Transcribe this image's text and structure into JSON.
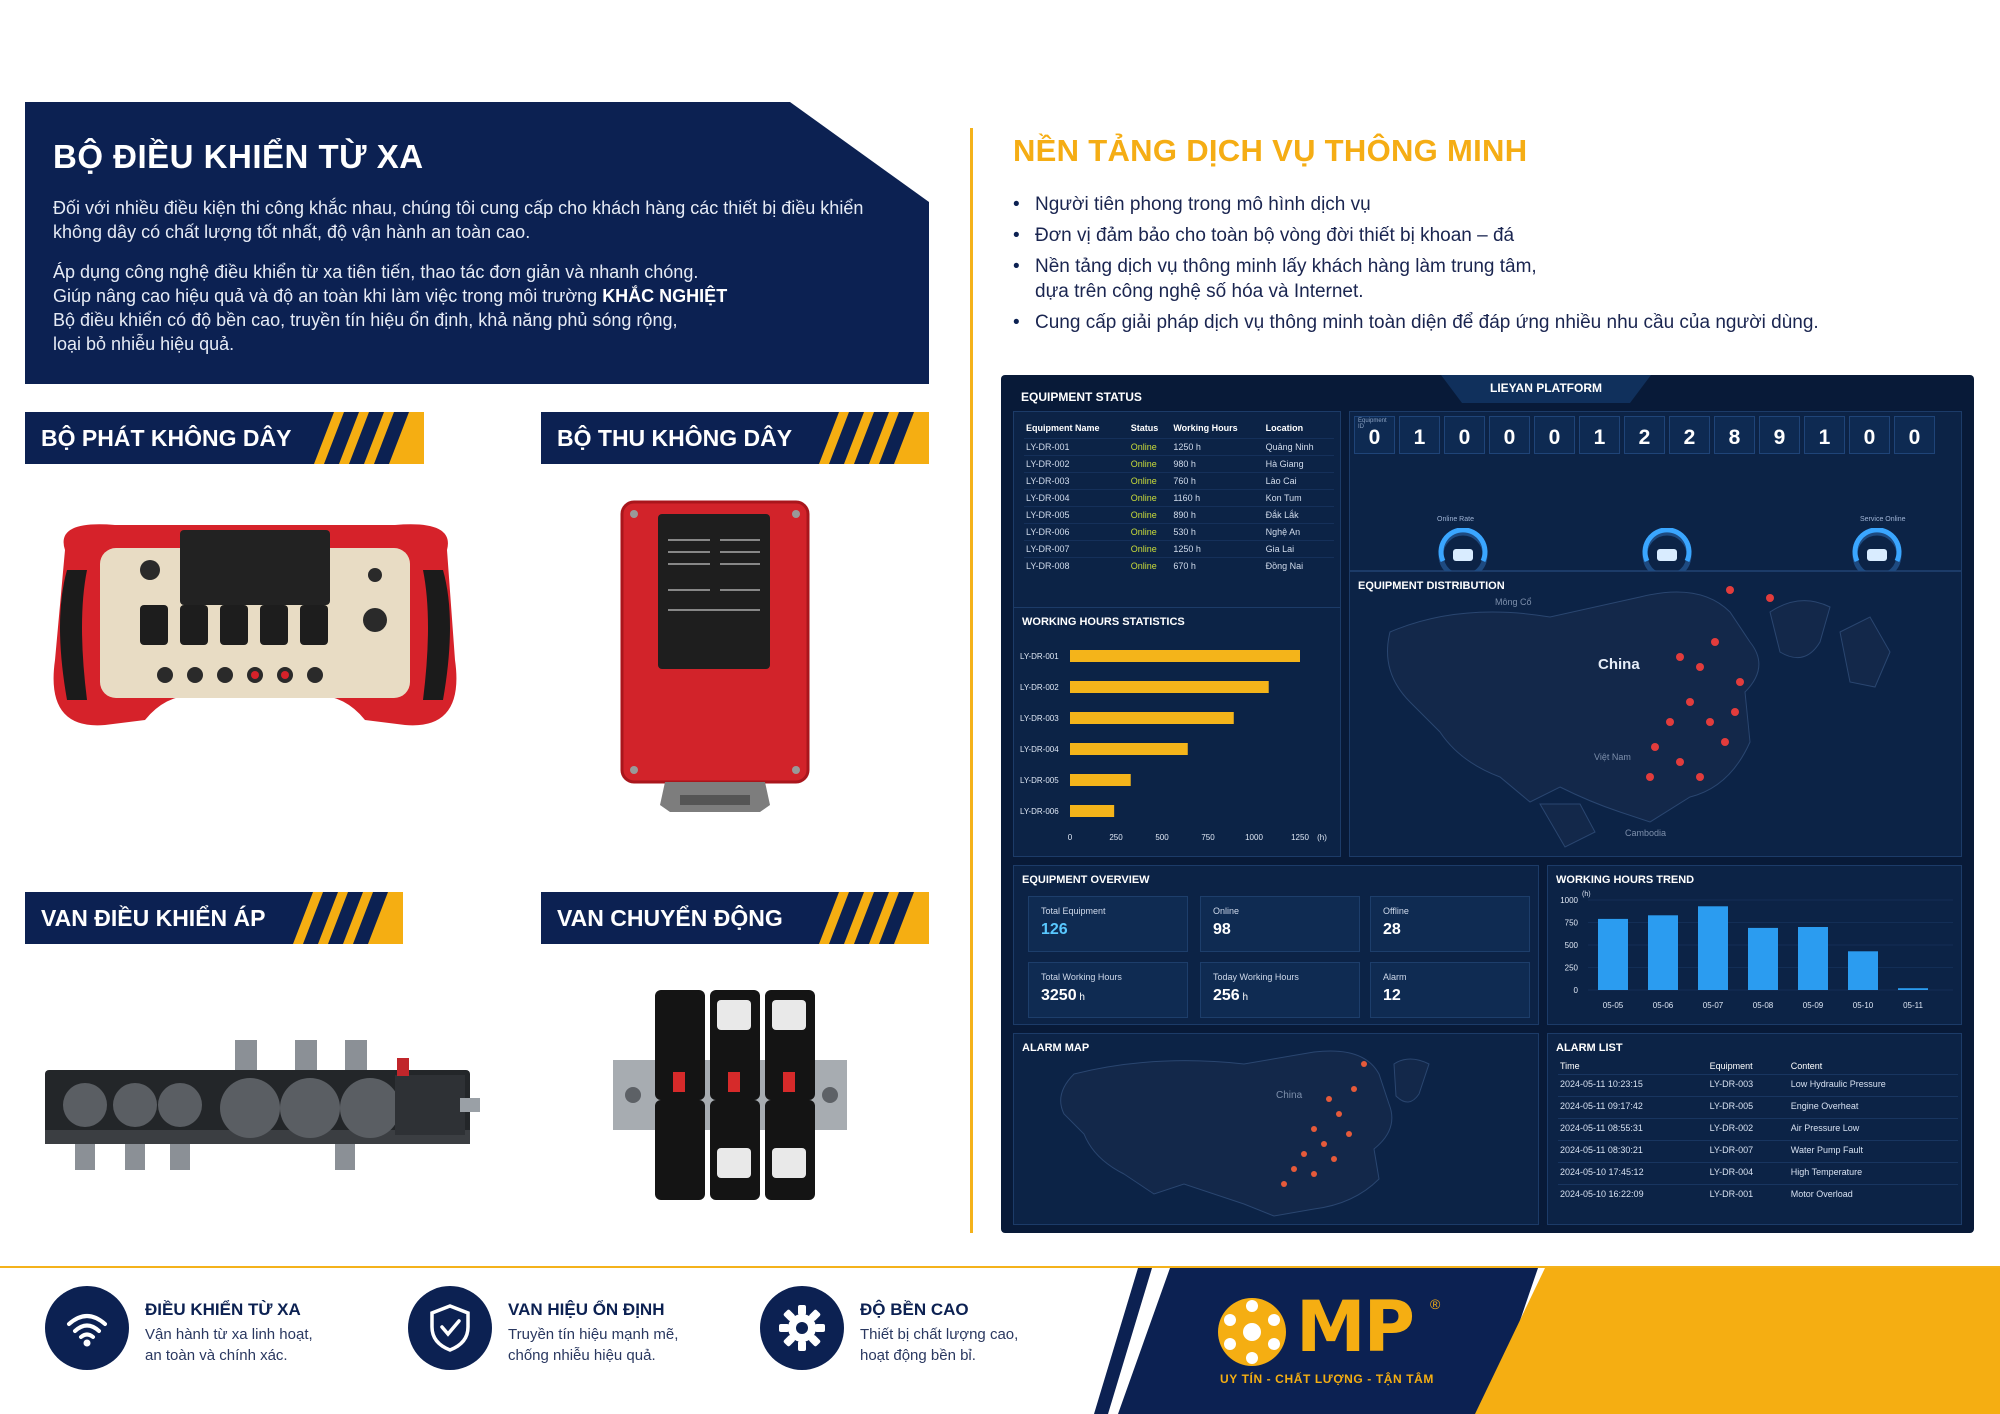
{
  "hero": {
    "title": "BỘ ĐIỀU KHIỂN TỪ XA",
    "p1": "Đối với nhiều điều kiện thi công khắc nhau, chúng tôi cung cấp cho khách hàng các thiết bị điều khiển không dây có chất lượng tốt nhất, độ vận hành an toàn cao.",
    "p2_lines": [
      "Áp dụng công nghệ điều khiển từ xa tiên tiến, thao tác đơn giản và nhanh chóng.",
      "Giúp nâng cao hiệu quả và độ an toàn khi làm việc trong môi trường ",
      "Bộ điều khiển có độ bền cao, truyền tín hiệu ổn định, khả năng phủ sóng rộng,",
      "loại bỏ nhiễu hiệu quả."
    ],
    "p2_strong": "KHẮC NGHIỆT"
  },
  "sections": {
    "transmitter": "BỘ PHÁT KHÔNG DÂY",
    "receiver": "BỘ THU KHÔNG DÂY",
    "pressure_valve": "VAN ĐIỀU KHIỂN ÁP",
    "motion_valve": "VAN CHUYỂN ĐỘNG"
  },
  "platform": {
    "title": "NỀN TẢNG DỊCH VỤ THÔNG MINH",
    "bullets": [
      "Người tiên phong trong mô hình dịch vụ",
      "Đơn vị đảm bảo cho toàn bộ vòng đời thiết bị khoan – đá",
      "Nền tảng dịch vụ thông minh lấy khách hàng làm trung tâm,",
      "dựa trên công nghệ số hóa và Internet.",
      "Cung cấp giải pháp dịch vụ thông minh toàn diện để đáp ứng nhiều nhu cầu của người dùng."
    ]
  },
  "dashboard": {
    "status_label": "EQUIPMENT STATUS",
    "platform_label": "LIEYAN PLATFORM",
    "status_headers": [
      "Equipment Name",
      "Status",
      "Working Hours",
      "Location"
    ],
    "status_rows": [
      [
        "LY-DR-001",
        "Online",
        "1250 h",
        "Quảng Ninh"
      ],
      [
        "LY-DR-002",
        "Online",
        "980 h",
        "Hà Giang"
      ],
      [
        "LY-DR-003",
        "Online",
        "760 h",
        "Lào Cai"
      ],
      [
        "LY-DR-004",
        "Online",
        "1160 h",
        "Kon Tum"
      ],
      [
        "LY-DR-005",
        "Online",
        "890 h",
        "Đắk Lắk"
      ],
      [
        "LY-DR-006",
        "Online",
        "530 h",
        "Nghệ An"
      ],
      [
        "LY-DR-007",
        "Online",
        "1250 h",
        "Gia Lai"
      ],
      [
        "LY-DR-008",
        "Online",
        "670 h",
        "Đồng Nai"
      ]
    ],
    "counter_first_label": "Equipment ID",
    "counter_digits": [
      "0",
      "1",
      "0",
      "0",
      "0",
      "1",
      "2",
      "2",
      "8",
      "9",
      "1",
      "0",
      "0"
    ],
    "gauge_labels": [
      "Online Rate",
      "Service Online"
    ],
    "distribution_label": "EQUIPMENT DISTRIBUTION",
    "map_labels": {
      "mongolia": "Mông Cổ",
      "china": "China",
      "vietnam": "Việt Nam",
      "cambodia": "Cambodia"
    },
    "working_hours_label": "WORKING HOURS STATISTICS",
    "working_hours_unit": "(h)",
    "overview_label": "EQUIPMENT OVERVIEW",
    "overview": [
      {
        "label": "Total Equipment",
        "value": "126",
        "unit": ""
      },
      {
        "label": "Online",
        "value": "98",
        "unit": ""
      },
      {
        "label": "Offline",
        "value": "28",
        "unit": ""
      },
      {
        "label": "Total Working Hours",
        "value": "3250",
        "unit": "h"
      },
      {
        "label": "Today Working Hours",
        "value": "256",
        "unit": "h"
      },
      {
        "label": "Alarm",
        "value": "12",
        "unit": ""
      }
    ],
    "trend_label": "WORKING HOURS TREND",
    "trend_unit": "(h)",
    "alarm_map_label": "ALARM MAP",
    "alarm_map_china": "China",
    "alarm_list_label": "ALARM LIST",
    "alarm_headers": [
      "Time",
      "Equipment",
      "Content"
    ],
    "alarm_rows": [
      [
        "2024-05-11 10:23:15",
        "LY-DR-003",
        "Low Hydraulic Pressure"
      ],
      [
        "2024-05-11 09:17:42",
        "LY-DR-005",
        "Engine Overheat"
      ],
      [
        "2024-05-11 08:55:31",
        "LY-DR-002",
        "Air Pressure Low"
      ],
      [
        "2024-05-11 08:30:21",
        "LY-DR-007",
        "Water Pump Fault"
      ],
      [
        "2024-05-10 17:45:12",
        "LY-DR-004",
        "High Temperature"
      ],
      [
        "2024-05-10 16:22:09",
        "LY-DR-001",
        "Motor Overload"
      ]
    ]
  },
  "chart_data": [
    {
      "type": "bar",
      "orientation": "horizontal",
      "title": "WORKING HOURS STATISTICS",
      "categories": [
        "LY-DR-001",
        "LY-DR-002",
        "LY-DR-003",
        "LY-DR-004",
        "LY-DR-005",
        "LY-DR-006"
      ],
      "values": [
        1250,
        1080,
        890,
        640,
        330,
        240
      ],
      "xlim": [
        0,
        1250
      ],
      "xticks": [
        "0",
        "250",
        "500",
        "750",
        "1000",
        "1250"
      ],
      "xunit": "(h)",
      "color": "#f4b41a"
    },
    {
      "type": "bar",
      "title": "WORKING HOURS TREND",
      "categories": [
        "05-05",
        "05-06",
        "05-07",
        "05-08",
        "05-09",
        "05-10",
        "05-11"
      ],
      "values": [
        790,
        830,
        930,
        690,
        700,
        430,
        20
      ],
      "ylim": [
        0,
        1000
      ],
      "yticks": [
        "0",
        "250",
        "500",
        "750",
        "1000"
      ],
      "yunit": "(h)",
      "color": "#2b9cf0"
    }
  ],
  "features": [
    {
      "icon": "wifi-icon",
      "title": "ĐIỀU KHIỂN TỪ XA",
      "desc_lines": [
        "Vận hành từ xa linh hoạt,",
        "an toàn và chính xác."
      ]
    },
    {
      "icon": "shield-check-icon",
      "title": "VAN HIỆU ỔN ĐỊNH",
      "desc_lines": [
        "Truyền tín hiệu mạnh mẽ,",
        "chống nhiễu hiệu quả."
      ]
    },
    {
      "icon": "gear-icon",
      "title": "ĐỘ BỀN CAO",
      "desc_lines": [
        "Thiết bị chất lượng cao,",
        "hoạt động bền bỉ."
      ]
    }
  ],
  "brand": {
    "name": "MP",
    "reg": "®",
    "slogan": "UY TÍN - CHẤT LƯỢNG - TẬN TÂM"
  },
  "colors": {
    "navy": "#0c2152",
    "yellow": "#f5ae12",
    "dash_bg": "#081a38",
    "online": "#c9dc3a"
  }
}
